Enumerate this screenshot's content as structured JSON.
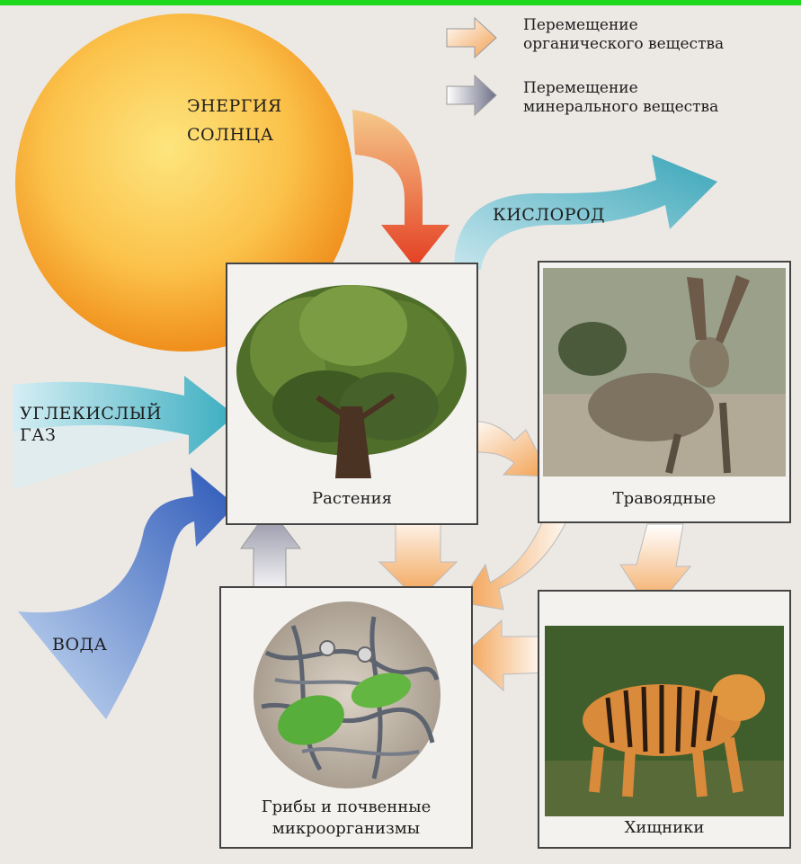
{
  "legend": {
    "organic": "Перемещение\nорганического вещества",
    "mineral": "Перемещение\nминерального вещества"
  },
  "labels": {
    "sun": "ЭНЕРГИЯ\nСОЛНЦА",
    "oxygen": "КИСЛОРОД",
    "co2": "УГЛЕКИСЛЫЙ\nГАЗ",
    "water": "ВОДА"
  },
  "nodes": {
    "plants": "Растения",
    "herbivores": "Травоядные",
    "decomposers": "Грибы и почвенные\nмикроорганизмы",
    "predators": "Хищники"
  },
  "colors": {
    "topbar": "#1dd81d",
    "sun_core": "#fcd05a",
    "sun_edge": "#f29a22",
    "organic_arrow": "#f2a050",
    "mineral_arrow": "#8a8a9c",
    "sun_arrow": "#e8512a",
    "oxygen_arrow": "#5ab8c8",
    "co2_arrow": "#5ab8c8",
    "water_arrow": "#3d6ec4"
  }
}
